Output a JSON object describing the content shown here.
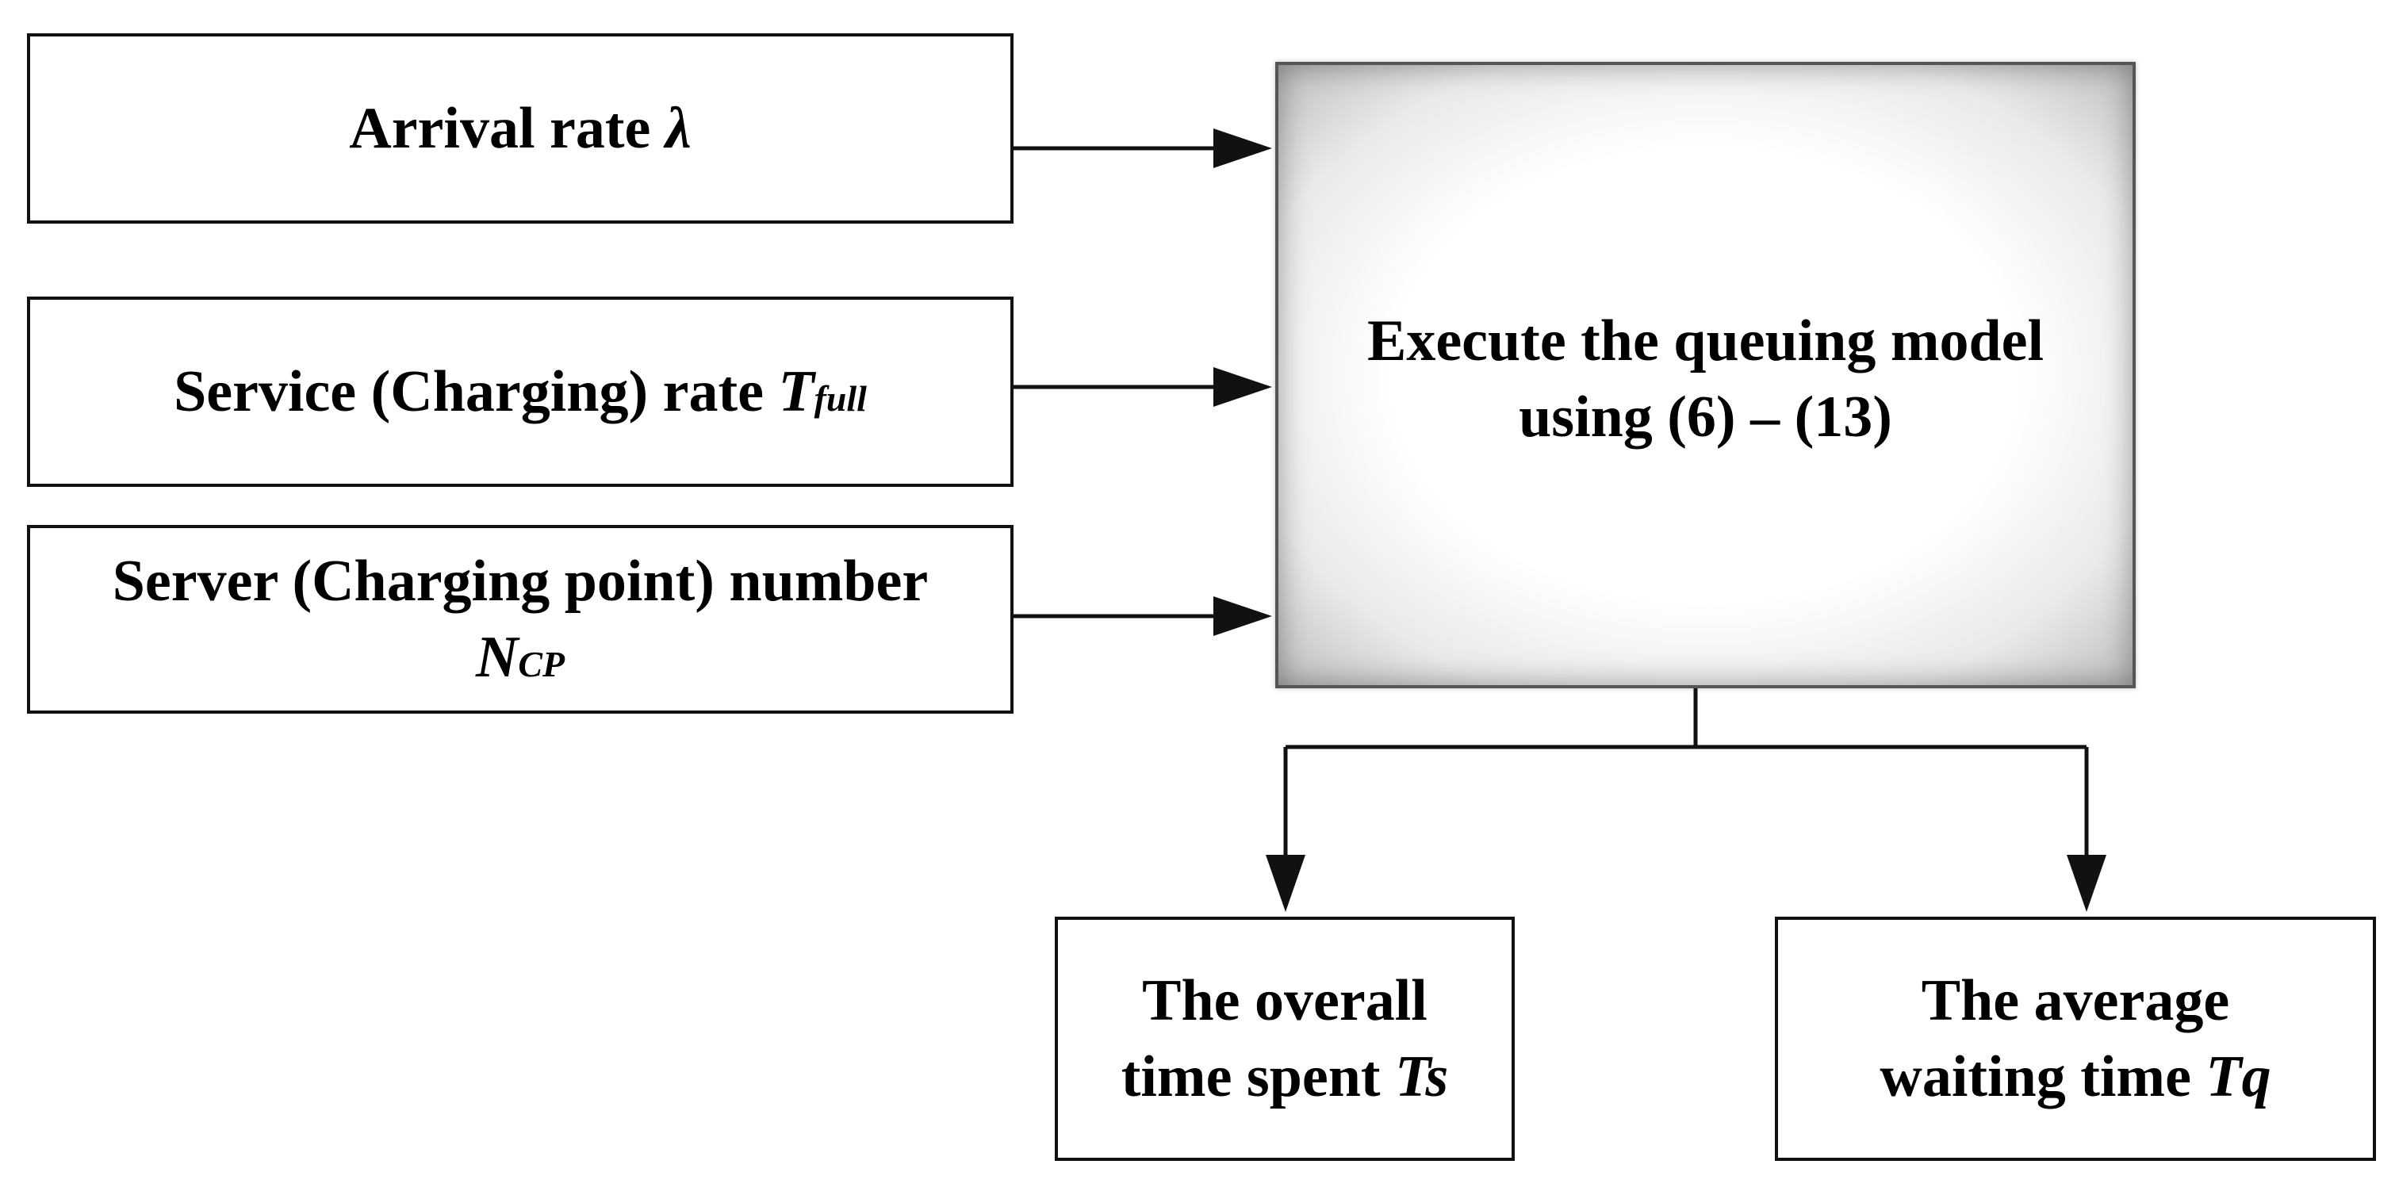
{
  "inputs": [
    {
      "label": "Arrival rate ",
      "symbol": "λ",
      "subscript": ""
    },
    {
      "label": "Service (Charging) rate ",
      "symbol": "T",
      "subscript": "full"
    },
    {
      "label": "Server (Charging point) number",
      "symbol": "N",
      "subscript": "CP"
    }
  ],
  "process": {
    "line1": "Execute the queuing model",
    "line2": "using (6) – (13)"
  },
  "outputs": [
    {
      "line1": "The overall",
      "line2": "time spent ",
      "symbol": "Ts"
    },
    {
      "line1": "The average",
      "line2": "waiting time ",
      "symbol": "Tq"
    }
  ]
}
